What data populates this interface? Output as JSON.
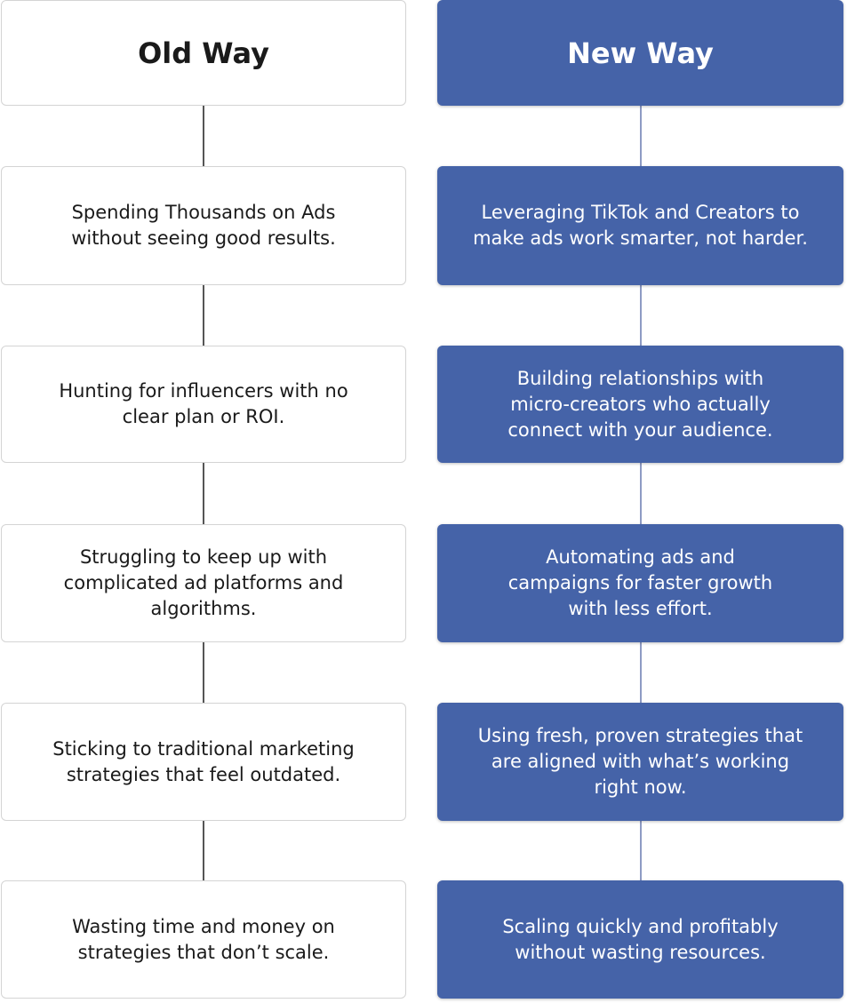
{
  "columns": {
    "old": {
      "title": "Old Way",
      "items": [
        "Spending Thousands on Ads\nwithout seeing good results.",
        "Hunting for influencers with no\nclear plan or ROI.",
        "Struggling to keep up with\ncomplicated ad platforms and\nalgorithms.",
        "Sticking to traditional marketing\nstrategies that feel outdated.",
        "Wasting time and money on\nstrategies that don’t scale."
      ]
    },
    "new": {
      "title": "New Way",
      "items": [
        "Leveraging TikTok and Creators to\nmake ads work smarter, not harder.",
        "Building relationships with\nmicro-creators who actually\nconnect with your audience.",
        "Automating ads and\ncampaigns for faster growth\nwith less effort.",
        "Using fresh, proven strategies that\nare aligned with what’s working\nright now.",
        "Scaling quickly and profitably\nwithout wasting resources."
      ]
    }
  },
  "colors": {
    "new_fill": "#4563a8",
    "old_border": "#d4d4d4",
    "old_connector": "#555555",
    "new_connector": "#8e9bc4"
  }
}
